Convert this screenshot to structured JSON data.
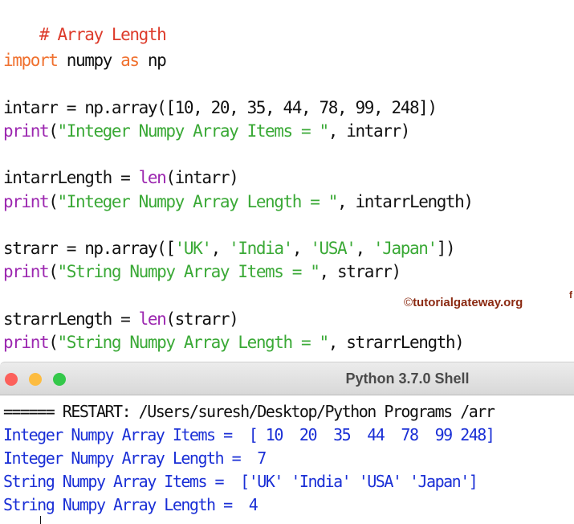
{
  "editor": {
    "lines": {
      "l1": {
        "comment": "# Array Length"
      },
      "l2": {
        "kw1": "import",
        "mod": " numpy ",
        "kw2": "as",
        "alias": " np"
      },
      "l3": {
        "code": "intarr = np.array([10, 20, 35, 44, 78, 99, 248])"
      },
      "l4": {
        "fn": "print",
        "open": "(",
        "str": "\"Integer Numpy Array Items = \"",
        "rest": ", intarr)"
      },
      "l5": {
        "pre": "intarrLength = ",
        "fn": "len",
        "rest": "(intarr)"
      },
      "l6": {
        "fn": "print",
        "open": "(",
        "str": "\"Integer Numpy Array Length = \"",
        "rest": ", intarrLength)"
      },
      "l7": {
        "pre": "strarr = np.array([",
        "s1": "'UK'",
        "c1": ", ",
        "s2": "'India'",
        "c2": ", ",
        "s3": "'USA'",
        "c3": ", ",
        "s4": "'Japan'",
        "post": "])"
      },
      "l8": {
        "fn": "print",
        "open": "(",
        "str": "\"String Numpy Array Items = \"",
        "rest": ", strarr)"
      },
      "l9": {
        "pre": "strarrLength = ",
        "fn": "len",
        "rest": "(strarr)"
      },
      "l10": {
        "fn": "print",
        "open": "(",
        "str": "\"String Numpy Array Length = \"",
        "rest": ", strarrLength)"
      }
    },
    "watermark": {
      "symbol": "©",
      "text": "tutorialgateway.org"
    },
    "edge_mark": "f"
  },
  "shell": {
    "title": "Python 3.7.0 Shell",
    "output": {
      "restart": "====== RESTART: /Users/suresh/Desktop/Python Programs /arr",
      "o1": "Integer Numpy Array Items =  [ 10  20  35  44  78  99 248]",
      "o2": "Integer Numpy Array Length =  7",
      "o3": "String Numpy Array Items =  ['UK' 'India' 'USA' 'Japan']",
      "o4": "String Numpy Array Length =  4"
    }
  }
}
